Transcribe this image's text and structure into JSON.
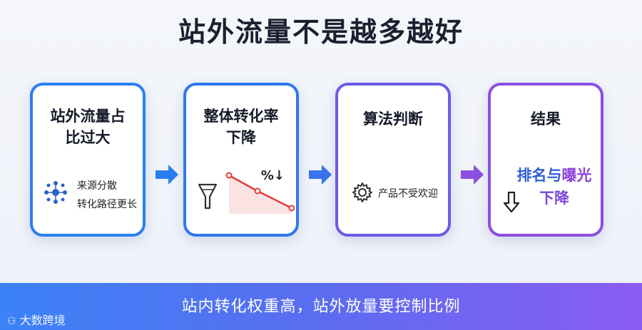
{
  "title": "站外流量不是越多越好",
  "cards": [
    {
      "title_lines": [
        "站外流量占",
        "比过大"
      ],
      "bullets": [
        "来源分散",
        "转化路径更长"
      ]
    },
    {
      "title_lines": [
        "整体转化率",
        "下降"
      ],
      "badge": "%↓"
    },
    {
      "title_lines": [
        "算法判断"
      ],
      "note": "产品不受欢迎"
    },
    {
      "title_lines": [
        "结果"
      ],
      "result_part1": "排名与",
      "result_part2": "曝光",
      "result_line2": "下降"
    }
  ],
  "bottom_banner": "站内转化权重高，站外放量要控制比例",
  "watermark": "大数跨境",
  "colors": {
    "blue": "#2a7ff0",
    "purple": "#8a4fe0",
    "red": "#e23b3b"
  },
  "icons": [
    "dispersed-nodes-icon",
    "funnel-icon",
    "gear-icon",
    "down-arrow-icon"
  ]
}
